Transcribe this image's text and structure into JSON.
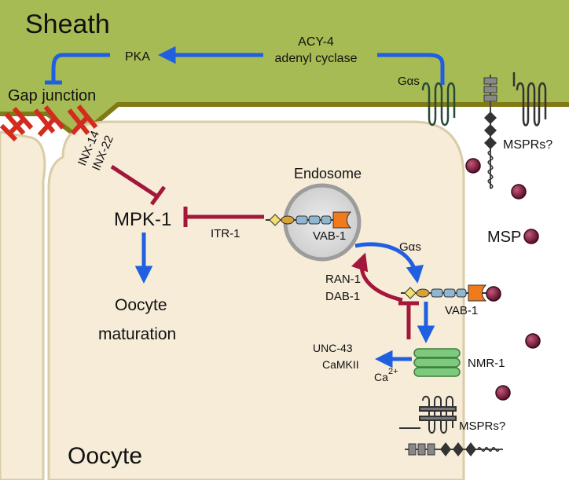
{
  "regions": {
    "sheath": "Sheath",
    "oocyte": "Oocyte",
    "gap_junction": "Gap junction",
    "endosome": "Endosome"
  },
  "labels": {
    "acy4": "ACY-4",
    "adenyl_cyclase": "adenyl cyclase",
    "pka": "PKA",
    "gas_sheath": "Gαs",
    "mspr_top": "MSPRs?",
    "inx14": "INX-14",
    "inx22": "INX-22",
    "mpk1": "MPK-1",
    "oocyte_line1": "Oocyte",
    "oocyte_line2": "maturation",
    "itr1": "ITR-1",
    "vab1_endosome": "VAB-1",
    "msp": "MSP",
    "gas_oocyte": "Gαs",
    "ran1": "RAN-1",
    "dab1": "DAB-1",
    "vab1_membrane": "VAB-1",
    "unc43": "UNC-43",
    "camkii": "CaMKII",
    "ca_base": "Ca",
    "ca_sup": "2+",
    "nmr1": "NMR-1",
    "mspr_bottom": "MSPRs?"
  },
  "colors": {
    "sheath_fill": "#a7bb54",
    "sheath_edge": "#7f7a16",
    "cell_fill": "#f6ecd8",
    "cell_edge": "#d9cca7",
    "activation": "#1f5fe0",
    "inhibition": "#a3173a",
    "msp": "#7a1a3c",
    "gap_junction": "#d42b1e",
    "nmr1": "#7dc97d"
  }
}
